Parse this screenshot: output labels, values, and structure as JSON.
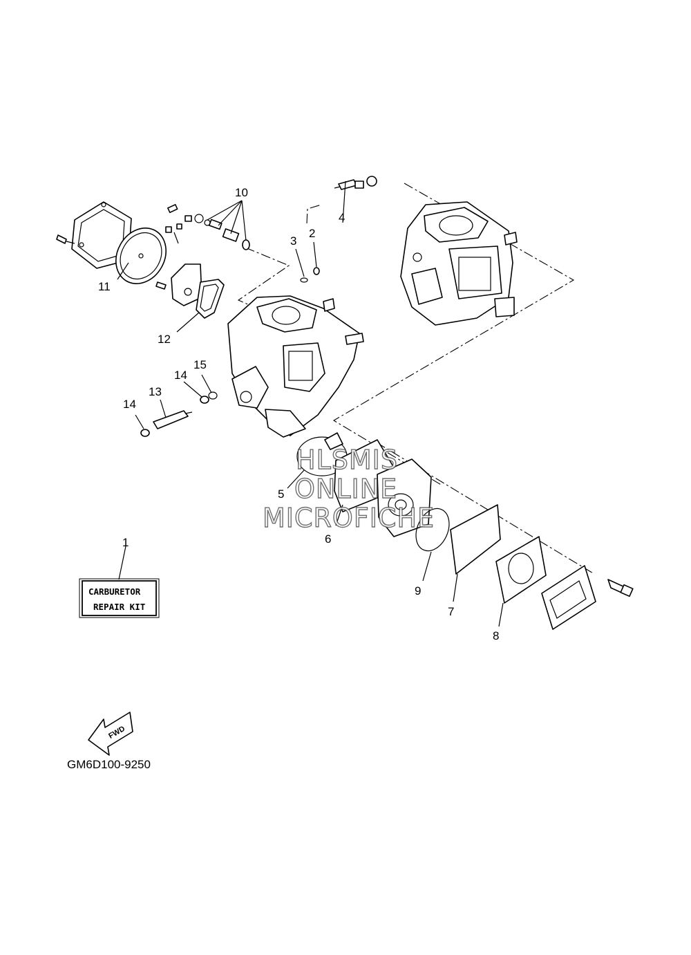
{
  "callouts": [
    "1",
    "2",
    "3",
    "4",
    "5",
    "6",
    "7",
    "8",
    "9",
    "10",
    "11",
    "12",
    "13",
    "14",
    "14",
    "15"
  ],
  "kit_label": {
    "line1": "CARBURETOR",
    "line2": "REPAIR KIT"
  },
  "fwd_label": "FWD",
  "diagram_code": "GM6D100-9250",
  "watermark": {
    "line1": "HLSMIS",
    "line2": "ONLINE",
    "line3": "MICROFICHE"
  }
}
